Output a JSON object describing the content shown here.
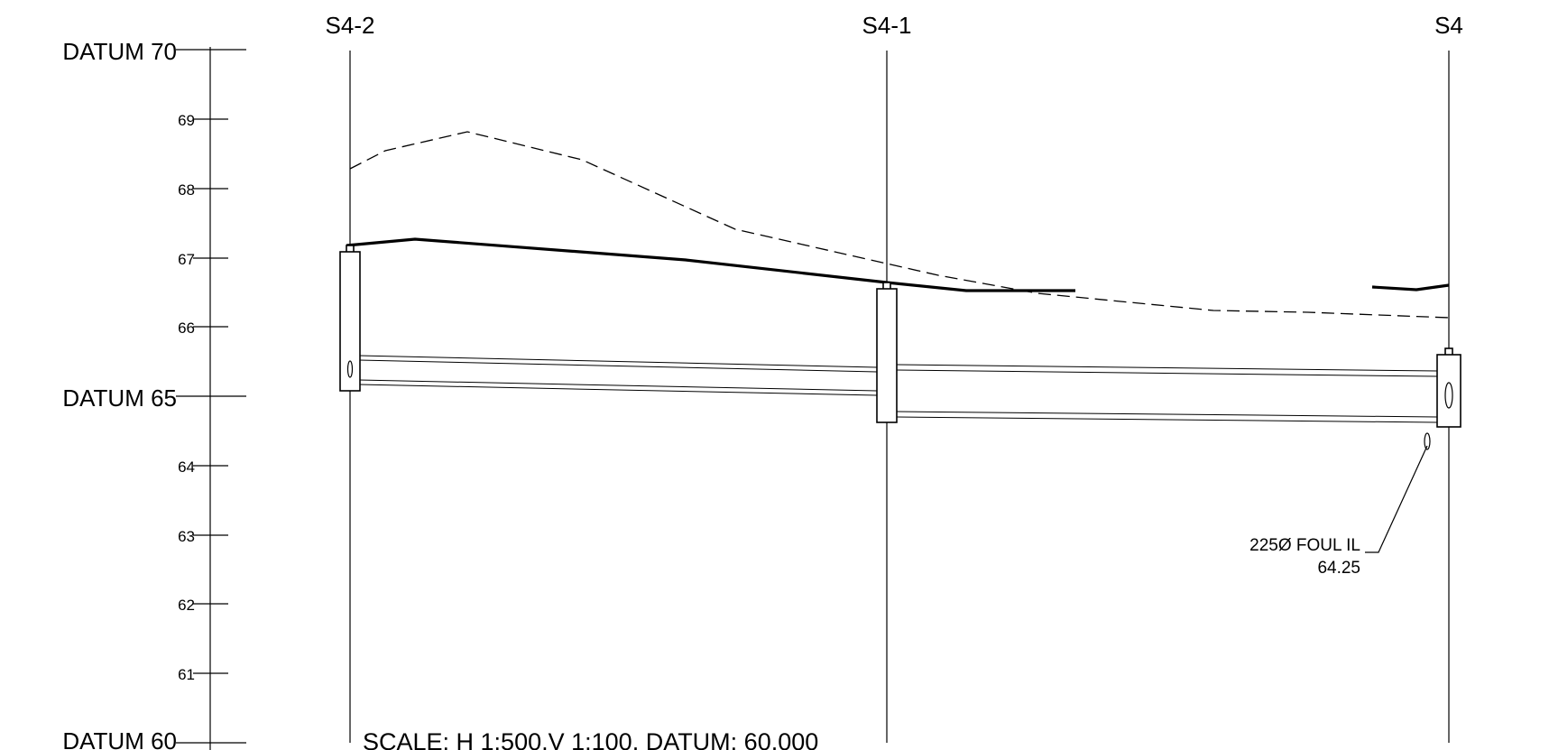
{
  "datum_labels": {
    "d70": "DATUM 70",
    "d65": "DATUM 65",
    "d60": "DATUM 60"
  },
  "scale_ticks": [
    "69",
    "68",
    "67",
    "66",
    "64",
    "63",
    "62",
    "61"
  ],
  "stations": {
    "s4_2": "S4-2",
    "s4_1": "S4-1",
    "s4": "S4"
  },
  "annotation": {
    "line1": "225Ø FOUL IL",
    "line2": "64.25"
  },
  "scale_note": "SCALE: H 1:500,V 1:100. DATUM: 60.000"
}
